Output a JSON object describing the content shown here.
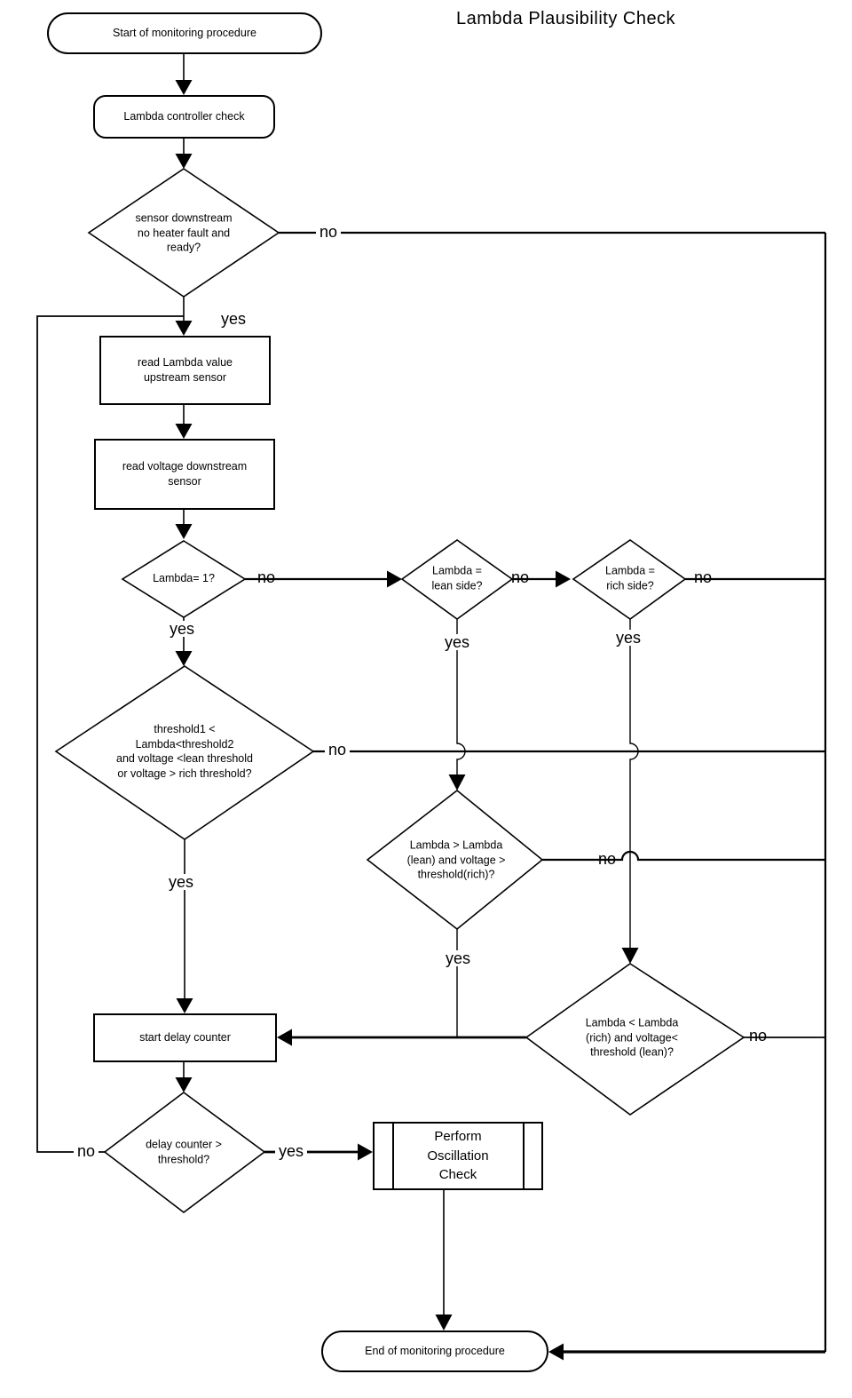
{
  "title": "Lambda Plausibility Check",
  "nodes": {
    "start": "Start of monitoring procedure",
    "controller_check": "Lambda controller check",
    "sensor_ready": "sensor downstream\nno heater fault and\nready?",
    "read_lambda": "read Lambda value\nupstream sensor",
    "read_voltage": "read voltage downstream\nsensor",
    "lambda_one": "Lambda= 1?",
    "lean_side": "Lambda =\nlean side?",
    "rich_side": "Lambda =\nrich side?",
    "threshold_window": "threshold1 <\nLambda<threshold2\nand voltage <lean threshold\nor voltage > rich threshold?",
    "lambda_gt_lean": "Lambda > Lambda\n(lean) and voltage >\nthreshold(rich)?",
    "lambda_lt_rich": "Lambda < Lambda\n(rich) and voltage<\nthreshold (lean)?",
    "start_delay": "start delay counter",
    "delay_gt": "delay counter >\nthreshold?",
    "oscillation": "Perform\nOscillation\nCheck",
    "end": "End of monitoring procedure"
  },
  "labels": {
    "yes": "yes",
    "no": "no"
  },
  "colors": {
    "line": "#000000",
    "background": "#ffffff"
  }
}
